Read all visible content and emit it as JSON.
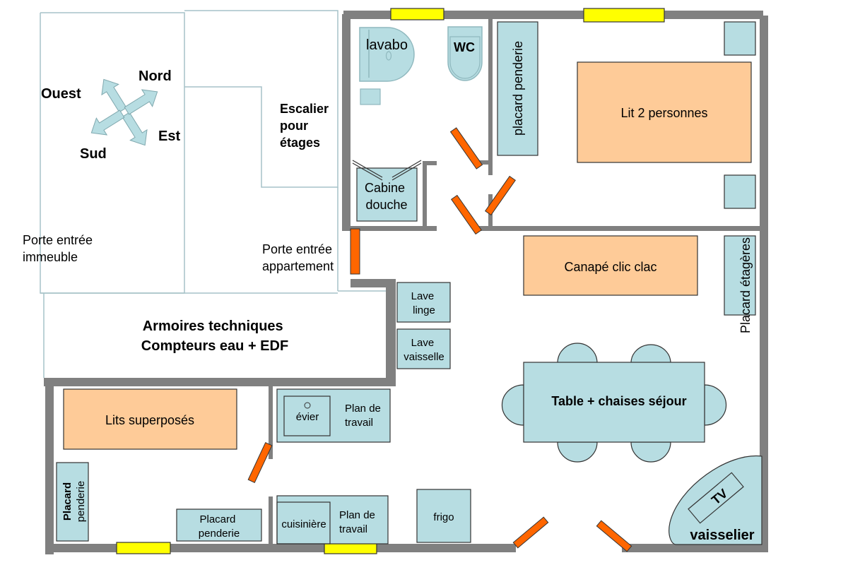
{
  "title": "Plan appartement",
  "colors": {
    "wall": "#808080",
    "furniture_blue": "#b7dde2",
    "furniture_orange": "#fecb98",
    "door": "#ff6600",
    "window": "#ffff00",
    "outline_light": "#a6c2c8",
    "arrow": "#b7dde2"
  },
  "compass": {
    "north": "Nord",
    "south": "Sud",
    "east": "Est",
    "west": "Ouest"
  },
  "building": {
    "stairs": [
      "Escalier",
      "pour",
      "étages"
    ],
    "building_entrance": [
      "Porte entrée",
      "immeuble"
    ],
    "apartment_entrance": [
      "Porte entrée",
      "appartement"
    ],
    "technical_cabinets": [
      "Armoires techniques",
      "Compteurs eau + EDF"
    ]
  },
  "bathroom": {
    "sink": "lavabo",
    "toilet": "WC",
    "shower": [
      "Cabine",
      "douche"
    ]
  },
  "bedroom": {
    "wardrobe": "placard penderie",
    "bed": "Lit 2 personnes"
  },
  "living": {
    "sofa": "Canapé clic clac",
    "shelves": "Placard étagères",
    "table": "Table + chaises séjour",
    "tv": "TV",
    "dresser": "vaisselier"
  },
  "kitchen": {
    "washing_machine": [
      "Lave",
      "linge"
    ],
    "dishwasher": [
      "Lave",
      "vaisselle"
    ],
    "sink": "évier",
    "worktop1": [
      "Plan de",
      "travail"
    ],
    "stove": "cuisinière",
    "worktop2": [
      "Plan de",
      "travail"
    ],
    "fridge": "frigo"
  },
  "kids_room": {
    "bunk_beds": "Lits superposés",
    "wardrobe_side": [
      "Placard",
      "penderie"
    ],
    "wardrobe_bottom": [
      "Placard",
      "penderie"
    ]
  }
}
